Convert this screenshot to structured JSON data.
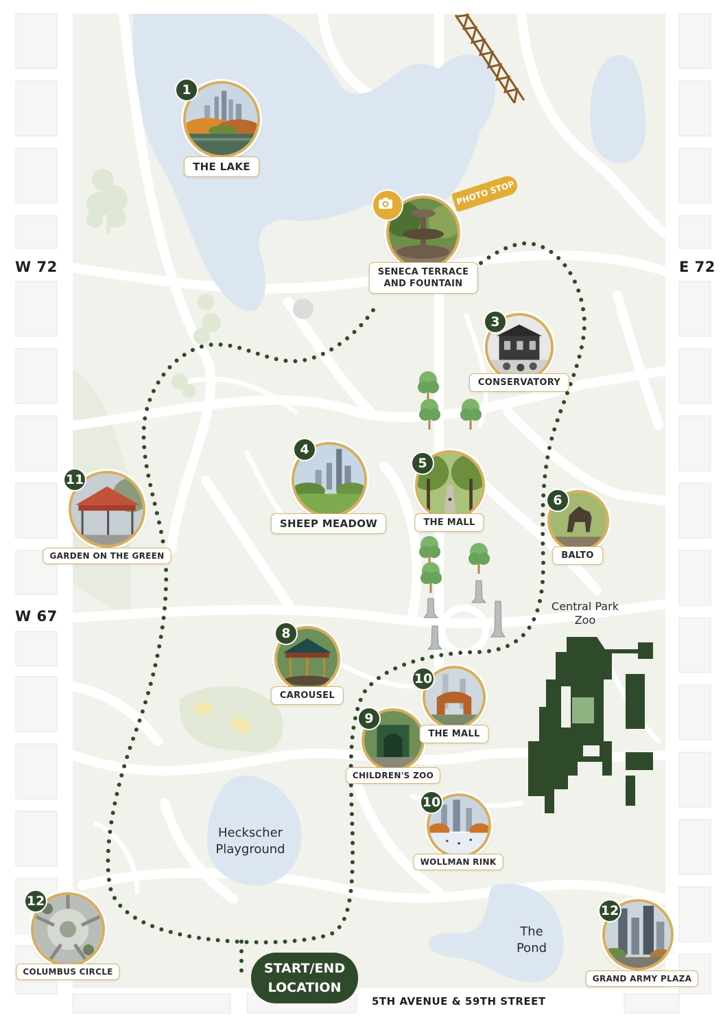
{
  "streets": {
    "w72": "W 72",
    "e72": "E 72",
    "w67": "W 67",
    "address": "5TH AVENUE & 59TH STREET"
  },
  "start": {
    "line1": "START/END",
    "line2": "LOCATION"
  },
  "photo_stop": {
    "label": "PHOTO STOP",
    "icon": "camera-icon"
  },
  "stops": [
    {
      "number": "1",
      "label": "THE LAKE",
      "scene": "autumn-lake-skyline"
    },
    {
      "number": "",
      "label_line1": "SENECA TERRACE",
      "label_line2": "AND FOUNTAIN",
      "scene": "fountain"
    },
    {
      "number": "3",
      "label": "CONSERVATORY",
      "scene": "conservatory-building"
    },
    {
      "number": "4",
      "label": "SHEEP MEADOW",
      "scene": "meadow-skyline"
    },
    {
      "number": "5",
      "label": "THE MALL",
      "scene": "tree-lined-walkway"
    },
    {
      "number": "6",
      "label": "BALTO",
      "scene": "dog-statue"
    },
    {
      "number": "8",
      "label": "CAROUSEL",
      "scene": "carousel"
    },
    {
      "number": "9",
      "label": "CHILDREN'S ZOO",
      "scene": "zoo-gate"
    },
    {
      "number": "10",
      "label": "THE MALL",
      "scene": "clock-arch"
    },
    {
      "number": "10",
      "label": "WOLLMAN RINK",
      "scene": "ice-rink-skyline"
    },
    {
      "number": "11",
      "label": "GARDEN ON THE GREEN",
      "scene": "red-tent-pavilion"
    },
    {
      "number": "12",
      "label": "COLUMBUS CIRCLE",
      "scene": "circle-aerial"
    },
    {
      "number": "12",
      "label": "GRAND ARMY PLAZA",
      "scene": "plaza-towers"
    }
  ],
  "map_labels": {
    "zoo_line1": "Central Park",
    "zoo_line2": "Zoo",
    "playground_line1": "Heckscher",
    "playground_line2": "Playground",
    "pond_line1": "The",
    "pond_line2": "Pond"
  },
  "colors": {
    "park": "#f1f2eb",
    "water": "#dce6f1",
    "path": "#ffffff",
    "route": "#2f4a2a",
    "zoo": "#2f4a2a",
    "gold": "#d7ae5c",
    "photo_badge": "#e3ac35"
  }
}
